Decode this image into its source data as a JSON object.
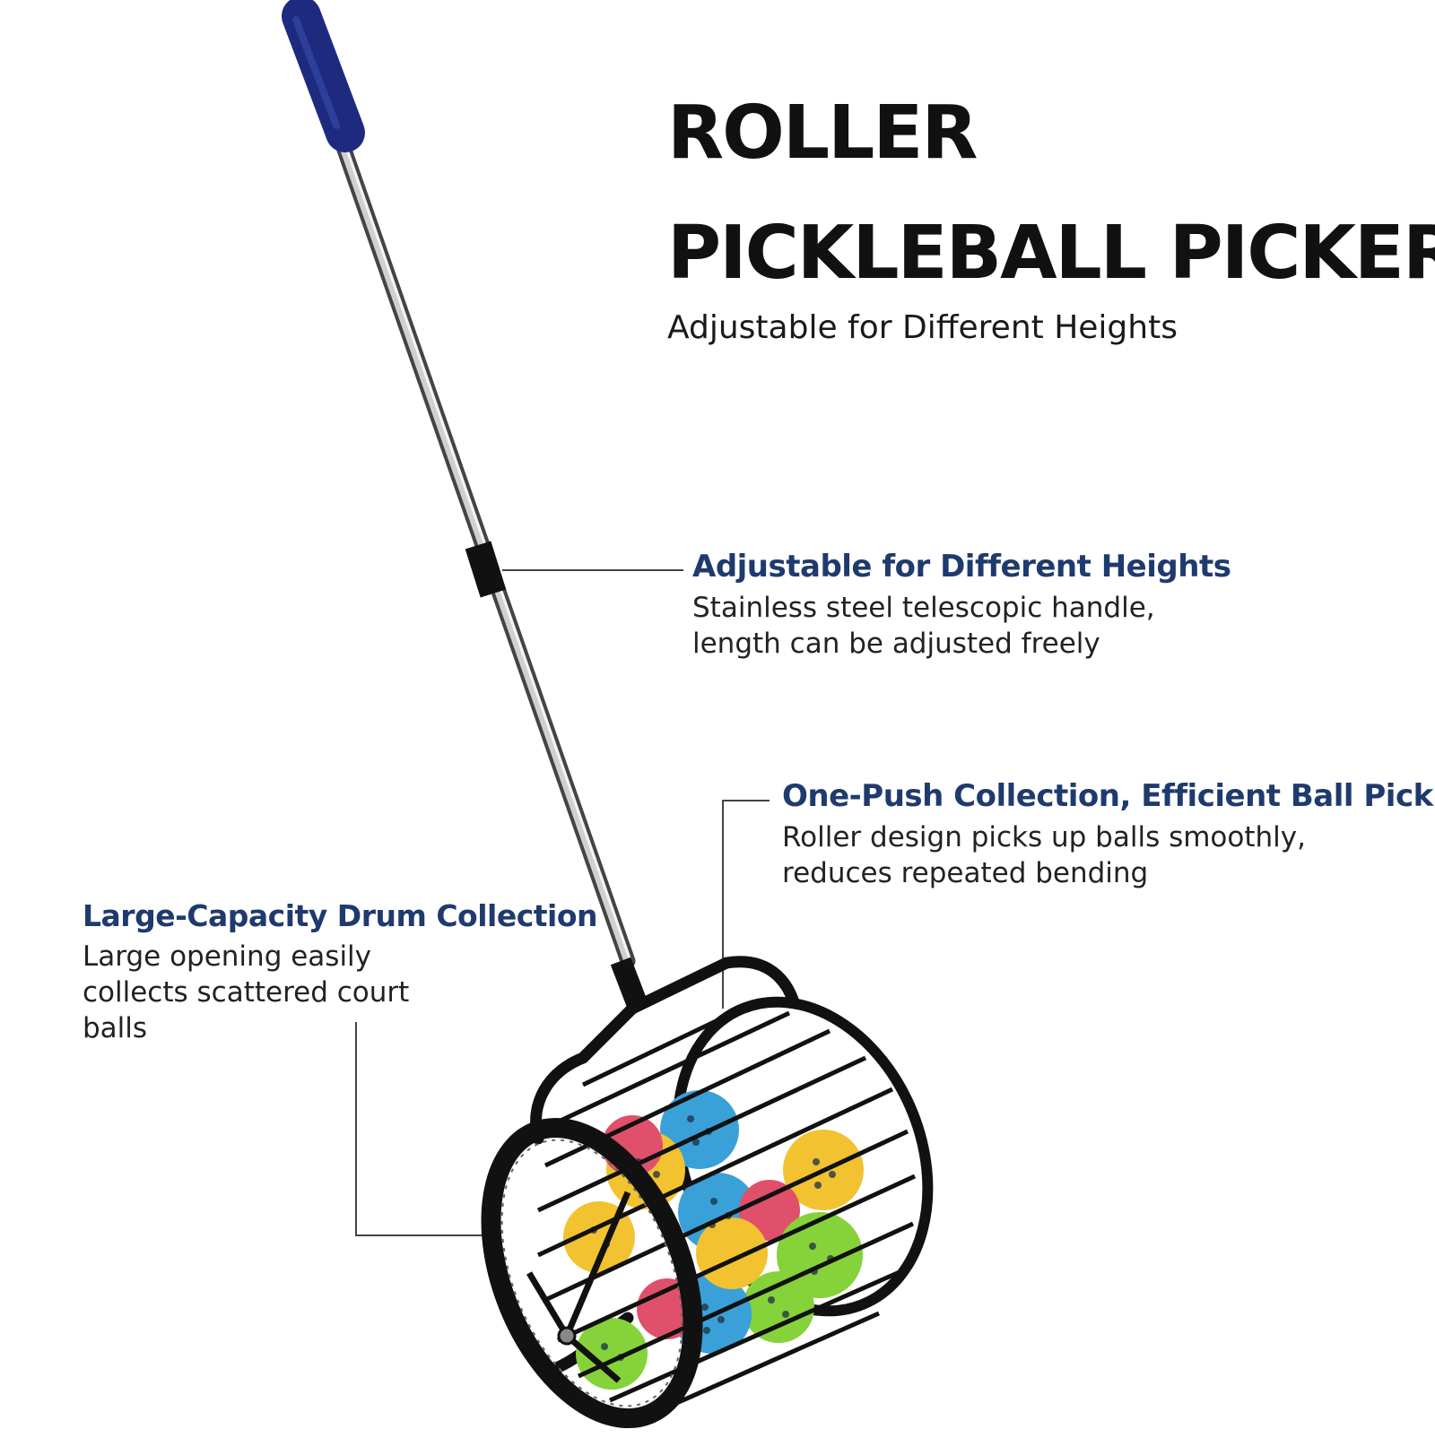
{
  "title": {
    "line1": "ROLLER",
    "line2": "PICKLEBALL PICKER"
  },
  "subtitle": "Adjustable for Different Heights",
  "features": [
    {
      "heading": "Adjustable for Different Heights",
      "line1": "Stainless steel telescopic handle,",
      "line2": "length can be adjusted freely"
    },
    {
      "heading": "One-Push Collection, Efficient Ball Picking",
      "line1": "Roller design picks up balls smoothly,",
      "line2": "reduces repeated bending"
    },
    {
      "heading": "Large-Capacity Drum Collection",
      "line1": "Large opening easily",
      "line2": "collects scattered court",
      "line3": "balls"
    }
  ],
  "colors": {
    "heading_blue": "#1f3a6e",
    "grip_blue": "#1f2f8a",
    "frame_black": "#111111",
    "ball_blue": "#3aa0d8",
    "ball_yellow": "#f2c230",
    "ball_green": "#86d23a",
    "ball_red": "#e0506a"
  },
  "icons": [
    "roller-pickleball-picker-illustration"
  ]
}
